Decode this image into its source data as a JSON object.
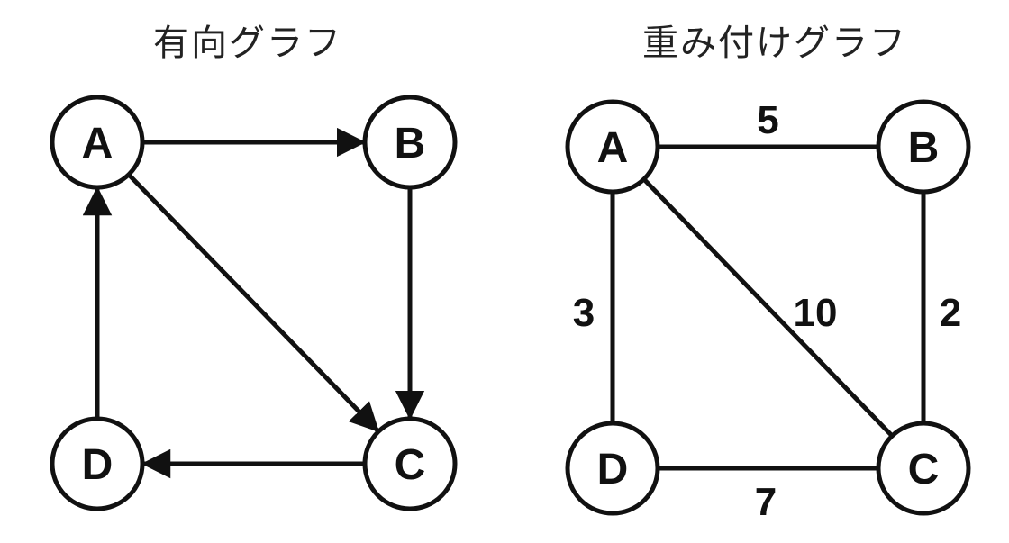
{
  "directed_graph": {
    "title": "有向グラフ",
    "nodes": [
      {
        "id": "A",
        "label": "A"
      },
      {
        "id": "B",
        "label": "B"
      },
      {
        "id": "C",
        "label": "C"
      },
      {
        "id": "D",
        "label": "D"
      }
    ],
    "edges": [
      {
        "from": "A",
        "to": "B"
      },
      {
        "from": "A",
        "to": "C"
      },
      {
        "from": "B",
        "to": "C"
      },
      {
        "from": "C",
        "to": "D"
      },
      {
        "from": "D",
        "to": "A"
      }
    ]
  },
  "weighted_graph": {
    "title": "重み付けグラフ",
    "nodes": [
      {
        "id": "A",
        "label": "A"
      },
      {
        "id": "B",
        "label": "B"
      },
      {
        "id": "C",
        "label": "C"
      },
      {
        "id": "D",
        "label": "D"
      }
    ],
    "edges": [
      {
        "from": "A",
        "to": "B",
        "weight": "5"
      },
      {
        "from": "A",
        "to": "C",
        "weight": "10"
      },
      {
        "from": "B",
        "to": "C",
        "weight": "2"
      },
      {
        "from": "A",
        "to": "D",
        "weight": "3"
      },
      {
        "from": "D",
        "to": "C",
        "weight": "7"
      }
    ]
  }
}
